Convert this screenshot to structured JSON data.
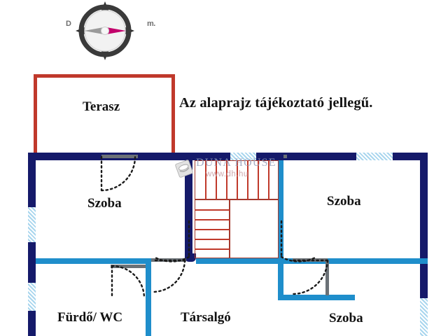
{
  "document": {
    "type": "floor-plan",
    "title": "Az alaprajz tájékoztató jellegű.",
    "language": "hu"
  },
  "compass": {
    "name": "compass-rose",
    "west_label": "D",
    "east_label": "m.",
    "needle_color_primary": "#c2006b",
    "needle_color_secondary": "#9a9a9a",
    "ring_color": "#3a3a3a"
  },
  "watermark": {
    "brand": "DUNA HOUSE",
    "url": "www.dh.hu",
    "brand_color": "#98a2bd",
    "url_color": "#c8a0a6"
  },
  "colors": {
    "exterior_wall": "#151a6a",
    "interior_wall": "#1f8ecb",
    "thin_wall": "#6b7176",
    "terrace_outline": "#c0392b",
    "stair_line": "#c0392b",
    "window_hatch": "#a9d6ee",
    "background": "#ffffff",
    "text": "#111111"
  },
  "rooms": [
    {
      "id": "terasz",
      "label": "Terasz",
      "kind": "terrace"
    },
    {
      "id": "szoba-1",
      "label": "Szoba",
      "kind": "room"
    },
    {
      "id": "szoba-2",
      "label": "Szoba",
      "kind": "room"
    },
    {
      "id": "szoba-3",
      "label": "Szoba",
      "kind": "room"
    },
    {
      "id": "furdo-wc",
      "label": "Fürdő/ WC",
      "kind": "bathroom"
    },
    {
      "id": "tarsalgo",
      "label": "Társalgó",
      "kind": "living"
    }
  ],
  "features": {
    "staircase": "staircase-u-shaped",
    "door_count": 6,
    "window_count": 6
  }
}
